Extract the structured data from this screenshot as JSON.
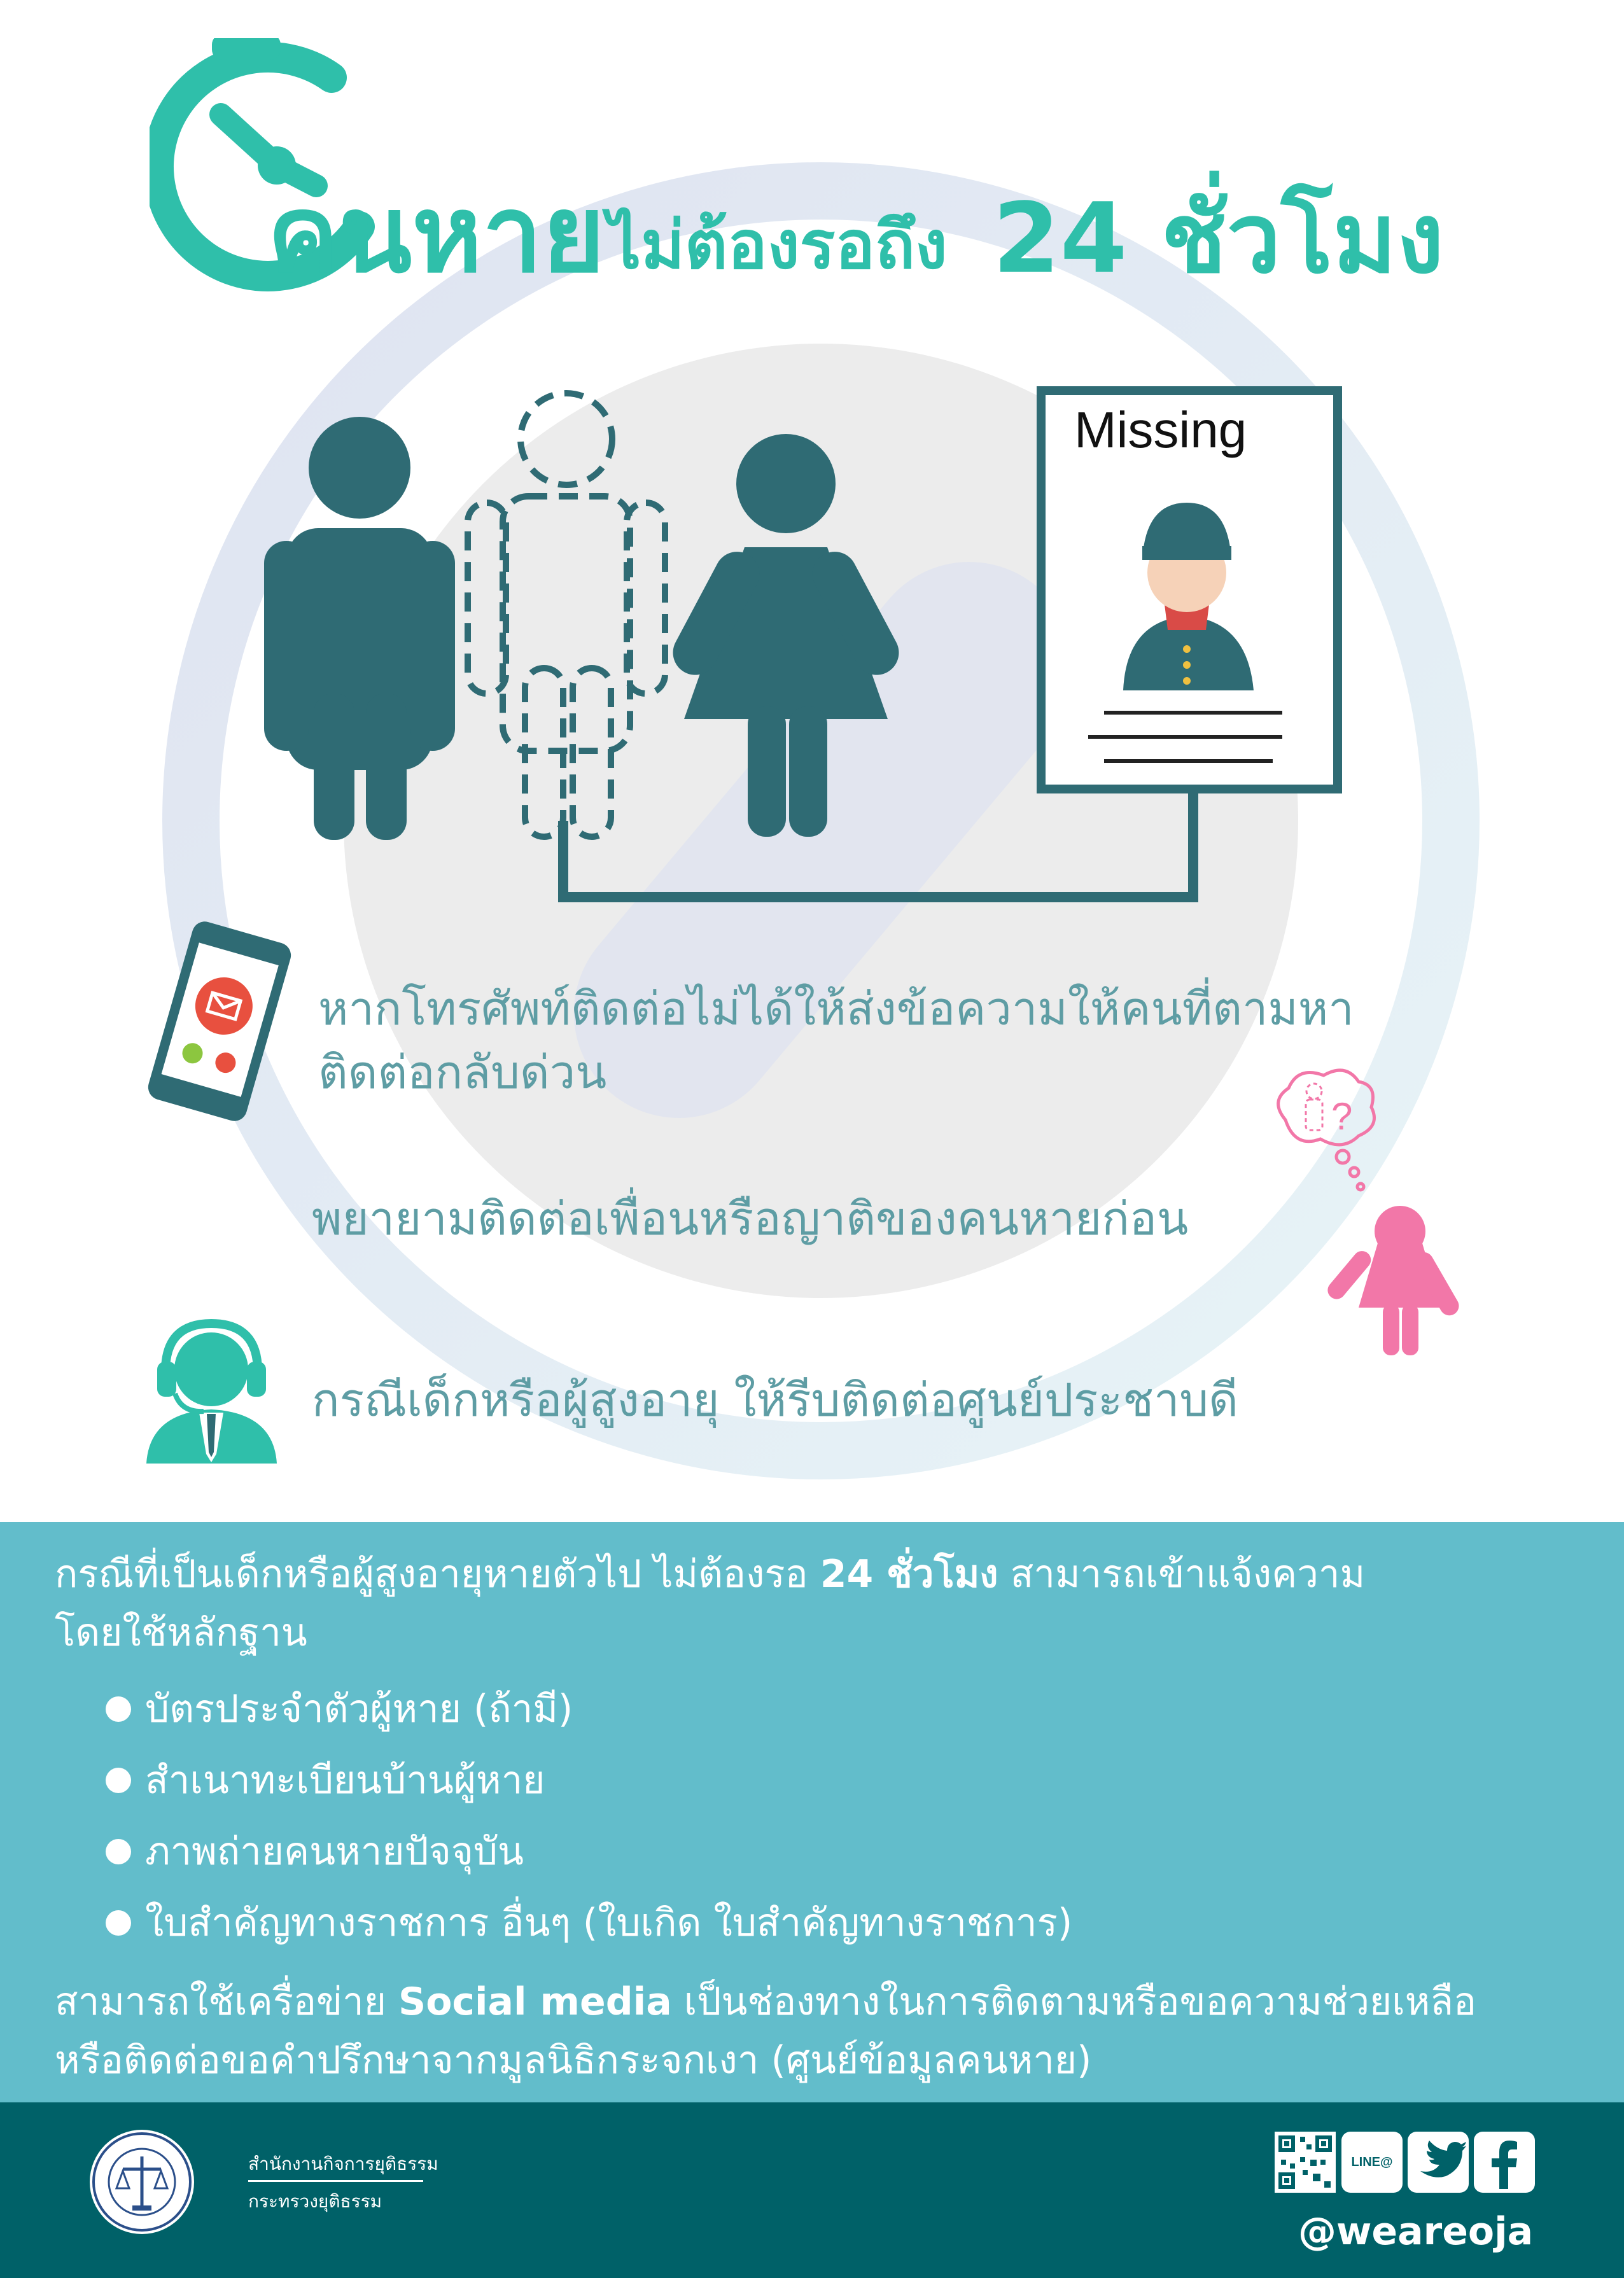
{
  "title": {
    "part1": "คนหาย",
    "part2": "ไม่ต้องรอถึง",
    "part3": "24 ชั่วโมง"
  },
  "poster": {
    "label": "Missing"
  },
  "tips": [
    {
      "line1": "หากโทรศัพท์ติดต่อไม่ได้ให้ส่งข้อความให้คนที่ตามหา",
      "line2": "ติดต่อกลับด่วน"
    },
    {
      "line1": "พยายามติดต่อเพื่อนหรือญาติของคนหายก่อน"
    },
    {
      "line1": "กรณีเด็กหรือผู้สูงอายุ ให้รีบติดต่อศูนย์ประชาบดี"
    }
  ],
  "info": {
    "intro_a": "กรณีที่เป็นเด็กหรือผู้สูงอายุหายตัวไป ไม่ต้องรอ ",
    "intro_bold": "24 ชั่วโมง",
    "intro_b": " สามารถเข้าแจ้งความ",
    "intro_line2": "โดยใช้หลักฐาน",
    "bullets": [
      "บัตรประจำตัวผู้หาย (ถ้ามี)",
      "สำเนาทะเบียนบ้านผู้หาย",
      "ภาพถ่ายคนหายปัจจุบัน",
      "ใบสำคัญทางราชการ อื่นๆ (ใบเกิด ใบสำคัญทางราชการ)"
    ],
    "social_a": "สามารถใช้เครื่อข่าย ",
    "social_bold": "Social media",
    "social_b": " เป็นช่องทางในการติดตามหรือขอความช่วยเหลือ",
    "social_line2": "หรือติดต่อขอคำปรึกษาจากมูลนิธิกระจกเงา (ศูนย์ข้อมูลคนหาย)"
  },
  "footer": {
    "org_name": "สำนักงานกิจการยุติธรรม",
    "ministry": "กระทรวงยุติธรรม",
    "line_label": "LINE@",
    "handle": "@weareoja"
  },
  "colors": {
    "teal_title": "#2fbfaa",
    "figure": "#2f6b74",
    "info_bg": "#62bdcb",
    "footer_bg": "#006168",
    "pink": "#f277a8"
  }
}
